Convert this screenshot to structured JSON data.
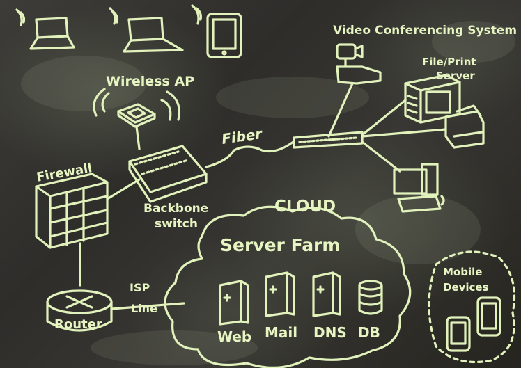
{
  "labels": {
    "wireless_ap": "Wireless AP",
    "video_conf": "Video Conferencing System",
    "file_print": "File/Print",
    "server": "Server",
    "fiber": "Fiber",
    "firewall": "Firewall",
    "backbone": "Backbone",
    "switch": "switch",
    "cloud": "CLOUD",
    "server_farm": "Server Farm",
    "web": "Web",
    "mail": "Mail",
    "dns": "DNS",
    "db": "DB",
    "isp": "ISP",
    "line": "Line",
    "router": "Router",
    "mobile": "Mobile",
    "devices": "Devices"
  },
  "colors": {
    "board": "#2a2927",
    "chalk": "#d9ebb2"
  }
}
